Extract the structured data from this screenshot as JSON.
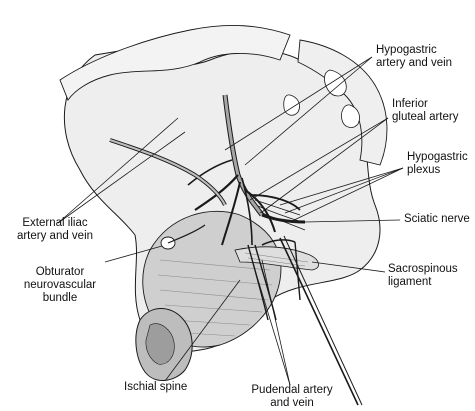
{
  "labels": {
    "hypogastric_artery_vein": {
      "line1": "Hypogastric",
      "line2": "artery and vein"
    },
    "inferior_gluteal_artery": {
      "line1": "Inferior",
      "line2": "gluteal artery"
    },
    "hypogastric_plexus": {
      "line1": "Hypogastric",
      "line2": "plexus"
    },
    "sciatic_nerve": {
      "line1": "Sciatic nerve"
    },
    "sacrospinous_ligament": {
      "line1": "Sacrospinous",
      "line2": "ligament"
    },
    "external_iliac_artery_vein": {
      "line1": "External iliac",
      "line2": "artery and vein"
    },
    "obturator_neurovascular_bundle": {
      "line1": "Obturator",
      "line2": "neurovascular",
      "line3": "bundle"
    },
    "ischial_spine": {
      "line1": "Ischial spine"
    },
    "pudendal_artery_vein": {
      "line1": "Pudendal artery",
      "line2": "and vein"
    }
  },
  "colors": {
    "ink": "#111111",
    "line": "#1a1a1a",
    "muscle_fill": "#cfcfcf",
    "bone_fill": "#e6e6e6",
    "vessel_fill": "#a6a6a6"
  }
}
